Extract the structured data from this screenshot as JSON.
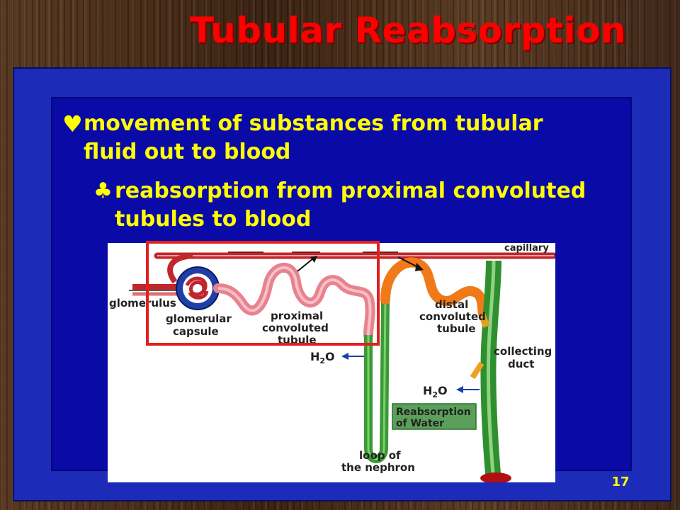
{
  "slide": {
    "title": "Tubular Reabsorption",
    "number": "17"
  },
  "bullets": [
    {
      "marker_icon": "heart-icon",
      "marker": "♥",
      "line1": "movement of substances from tubular",
      "line2": "fluid out to blood"
    },
    {
      "marker_icon": "club-icon",
      "marker": "♣",
      "line1": "reabsorption from proximal convoluted",
      "line2": "tubules to blood"
    }
  ],
  "figure": {
    "labels": {
      "capillary": "capillary",
      "glomerulus": "glomerulus",
      "glomerular_capsule_1": "glomerular",
      "glomerular_capsule_2": "capsule",
      "proximal_1": "proximal",
      "proximal_2": "convoluted",
      "proximal_3": "tubule",
      "distal_1": "distal",
      "distal_2": "convoluted",
      "distal_3": "tubule",
      "collecting_1": "collecting",
      "collecting_2": "duct",
      "h2o_a": "H",
      "h2o_a_sub": "2",
      "h2o_a_o": "O",
      "h2o_b": "H",
      "h2o_b_sub": "2",
      "h2o_b_o": "O",
      "reabsorption_1": "Reabsorption",
      "reabsorption_2": "of Water",
      "loop_1": "loop of",
      "loop_2": "the nephron"
    },
    "colors": {
      "tubule_pink": "#e8828f",
      "capillary_red": "#c0272d",
      "highlight_box": "#e02020",
      "loop_green": "#3a9a35",
      "distal_orange": "#f07a1a",
      "reabsorption_box": "#5aa05a"
    }
  }
}
